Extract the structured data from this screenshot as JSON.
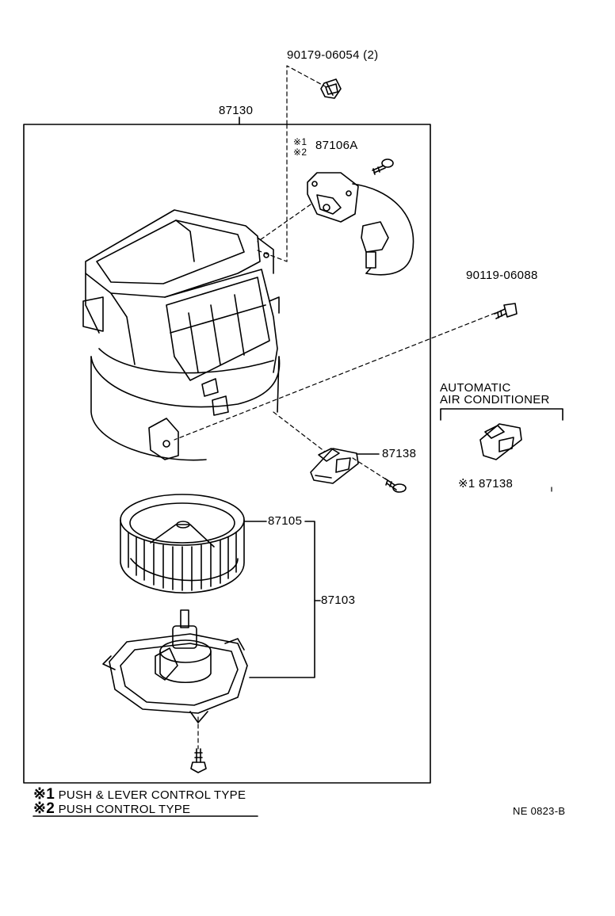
{
  "parts": {
    "p87130": "87130",
    "p90179": "90179-06054 (2)",
    "p_mark1": "※1",
    "p_mark2": "※2",
    "p87106A": "87106A",
    "p90119": "90119-06088",
    "p87138": "87138",
    "p87105": "87105",
    "p87103": "87103",
    "auto_title_1": "AUTOMATIC",
    "auto_title_2": "AIR CONDITIONER",
    "auto_part": "※1 87138"
  },
  "notes": {
    "note1_mark": "※1",
    "note1_text": "PUSH & LEVER CONTROL TYPE",
    "note2_mark": "※2",
    "note2_text": "PUSH CONTROL TYPE"
  },
  "figure_code": "NE 0823-B",
  "icons": [
    "blower-housing-icon",
    "fan-wheel-icon",
    "blower-motor-icon",
    "servo-motor-icon",
    "resistor-icon",
    "screw-icon",
    "bolt-icon",
    "clip-nut-icon"
  ]
}
